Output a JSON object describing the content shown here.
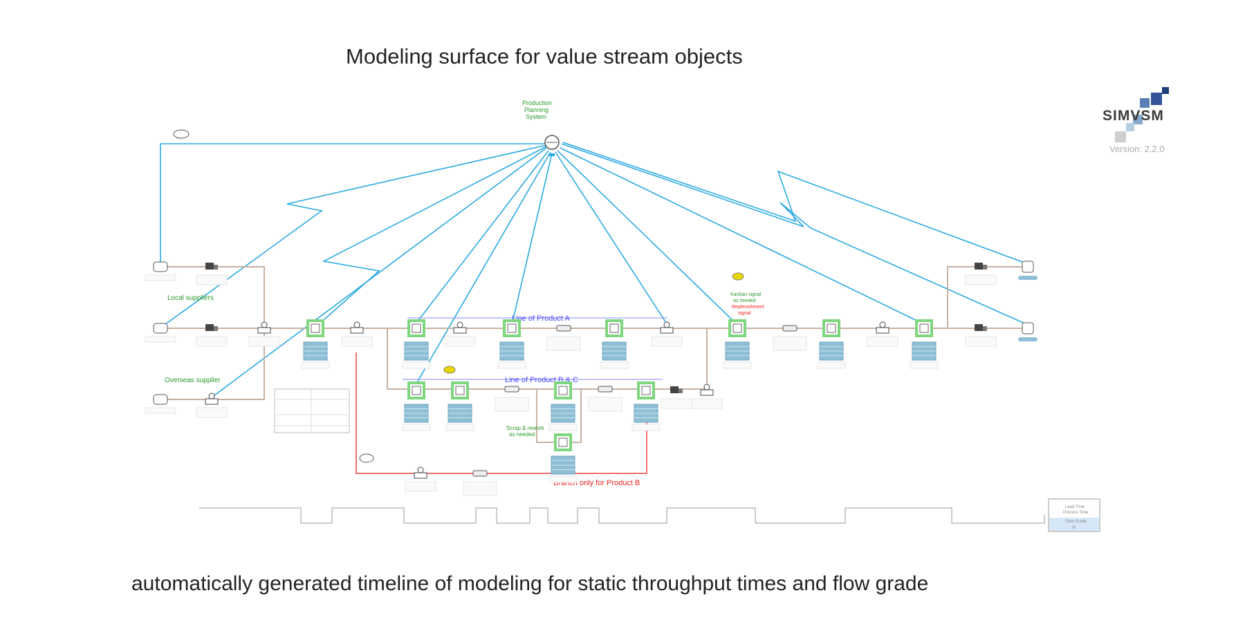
{
  "header": {
    "title": "Modeling surface for value stream objects"
  },
  "footer": {
    "caption": "automatically generated timeline of modeling for static throughput times and flow grade"
  },
  "logo": {
    "name": "SIMVSM",
    "version": "Version: 2.2.0",
    "colors": [
      "#1f3f7a",
      "#34559a",
      "#5a7fb5",
      "#86a9cc",
      "#b4cde0",
      "#cfcfcf"
    ]
  },
  "colors": {
    "info_flow": "#29a9e0",
    "material_flow": "#c8b0a0",
    "branch_flow": "#f07070",
    "line_label": "#4a4aff",
    "process_highlight": "#7ed67e",
    "inventory": "#8fbfd6",
    "note_green": "#2a9a2a",
    "note_red": "#ee2222",
    "kaizen": "#e8d800"
  },
  "diagram": {
    "production_planning": {
      "label_lines": [
        "Production",
        "Planning",
        "System"
      ],
      "icon": "planning-system-icon"
    },
    "suppliers": {
      "local_label": "Local suppliers",
      "overseas_label": "Overseas supplier"
    },
    "lines": {
      "line_a": "Line of Product A",
      "line_bc": "Line of Product B & C"
    },
    "notes": {
      "branch": "Branch only for Product B",
      "center_green": [
        "Scrap & rework",
        "as needed"
      ],
      "right_green": [
        "Kanban signal",
        "as needed"
      ],
      "right_red": [
        "Replenishment",
        "signal"
      ]
    },
    "timeline": {
      "legend_lines": [
        "Lead Time",
        "Process Time",
        "Flow Grade",
        "%"
      ]
    }
  }
}
